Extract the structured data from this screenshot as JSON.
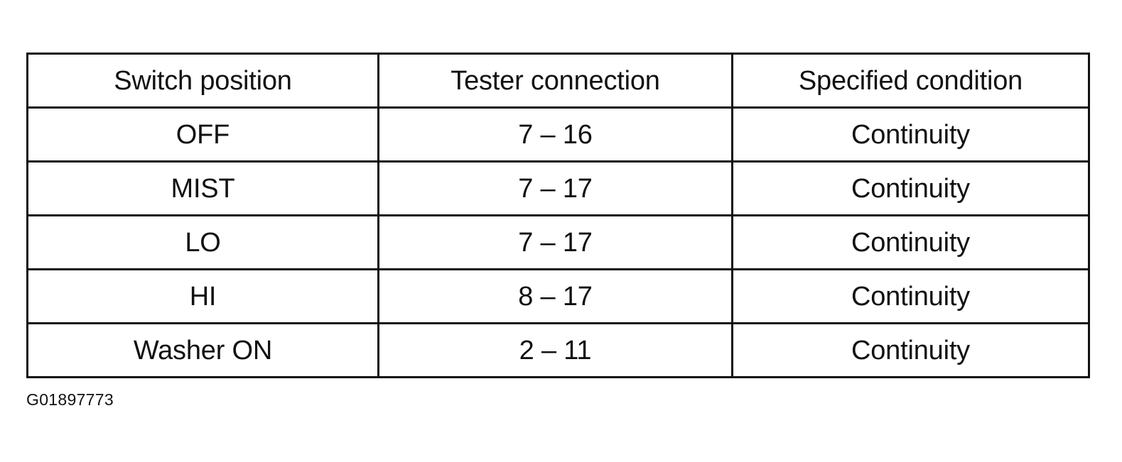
{
  "table": {
    "headers": [
      "Switch position",
      "Tester connection",
      "Specified condition"
    ],
    "rows": [
      [
        "OFF",
        "7 – 16",
        "Continuity"
      ],
      [
        "MIST",
        "7 – 17",
        "Continuity"
      ],
      [
        "LO",
        "7 – 17",
        "Continuity"
      ],
      [
        "HI",
        "8 – 17",
        "Continuity"
      ],
      [
        "Washer ON",
        "2 – 11",
        "Continuity"
      ]
    ]
  },
  "figure_id": "G01897773"
}
